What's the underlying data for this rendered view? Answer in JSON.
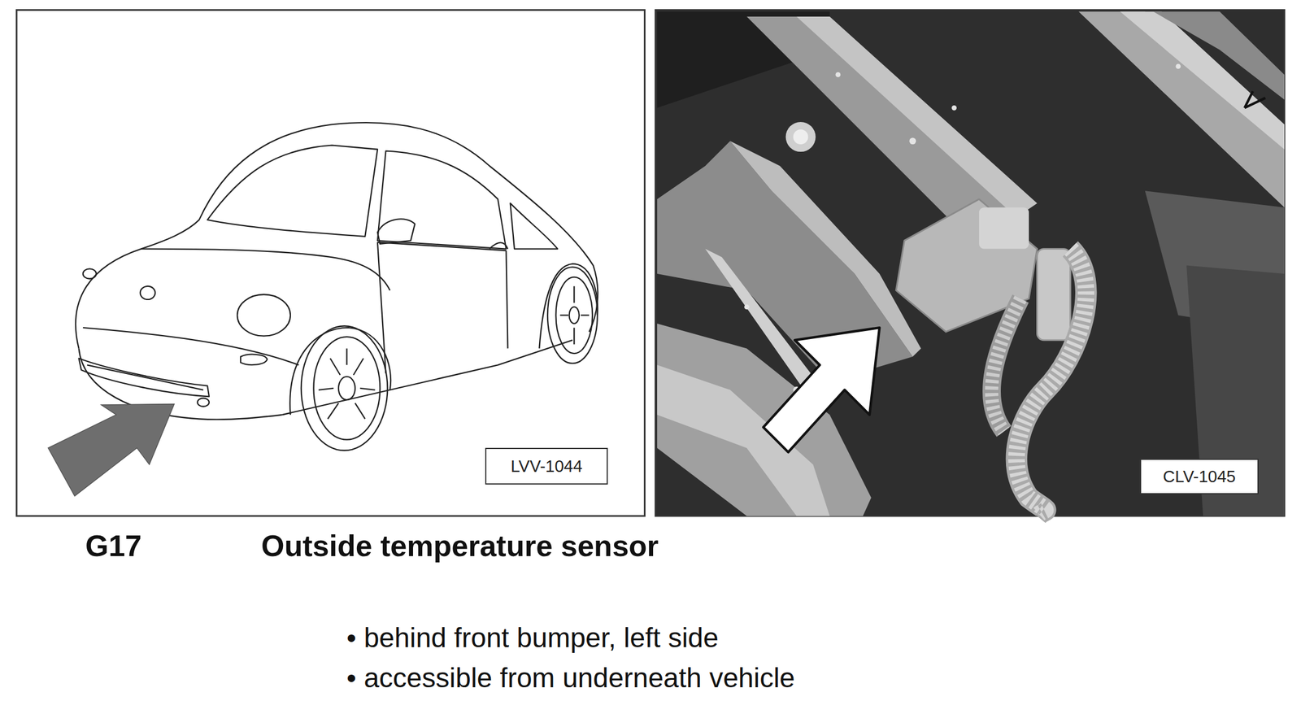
{
  "diagram": {
    "nodes": [
      {
        "text": [
          "LVV-1044"
        ]
      },
      {
        "text": [
          "CLV-1045"
        ]
      }
    ],
    "labels": [
      "G17",
      "Outside temperature sensor",
      "• behind front bumper, left side",
      "• accessible from underneath vehicle"
    ]
  }
}
